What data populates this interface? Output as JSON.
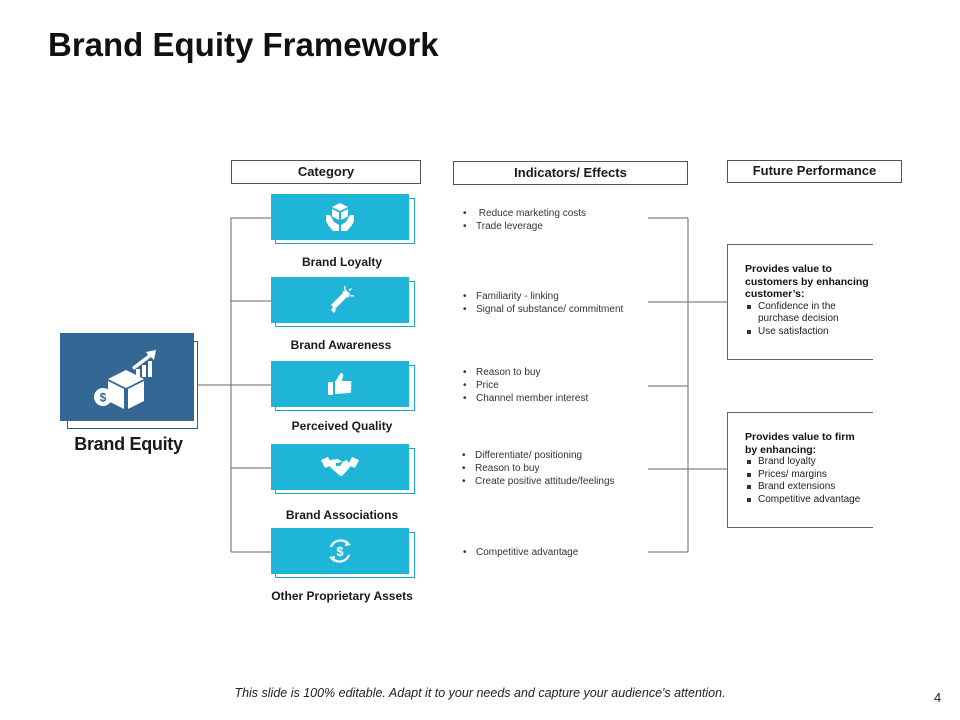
{
  "title": "Brand Equity Framework",
  "headers": {
    "category": "Category",
    "indicators": "Indicators/ Effects",
    "future": "Future Performance"
  },
  "main": {
    "label": "Brand Equity",
    "icon": "box-money-growth-icon"
  },
  "categories": [
    {
      "label": "Brand Loyalty",
      "icon": "box-hands-icon",
      "indicators": [
        "Reduce marketing costs",
        "Trade leverage"
      ]
    },
    {
      "label": "Brand Awareness",
      "icon": "megaphone-icon",
      "indicators": [
        "Familiarity - linking",
        "Signal of substance/ commitment"
      ]
    },
    {
      "label": "Perceived Quality",
      "icon": "thumbs-up-icon",
      "indicators": [
        "Reason to buy",
        "Price",
        "Channel member interest"
      ]
    },
    {
      "label": "Brand Associations",
      "icon": "handshake-icon",
      "indicators": [
        "Differentiate/ positioning",
        "Reason to buy",
        "Create positive attitude/feelings"
      ]
    },
    {
      "label": "Other Proprietary Assets",
      "icon": "dollar-cycle-icon",
      "indicators": [
        "Competitive advantage"
      ]
    }
  ],
  "performance": [
    {
      "lead": "Provides value to customers by enhancing customer’s:",
      "items": [
        "Confidence in the purchase decision",
        "Use satisfaction"
      ]
    },
    {
      "lead": "Provides value to firm by enhancing:",
      "items": [
        "Brand loyalty",
        "Prices/ margins",
        "Brand extensions",
        "Competitive advantage"
      ]
    }
  ],
  "footer": "This slide is 100% editable. Adapt it to your needs and capture your audience's attention.",
  "page_number": "4",
  "colors": {
    "main_box": "#356794",
    "category_box": "#1fb5d9",
    "line": "#666666"
  }
}
